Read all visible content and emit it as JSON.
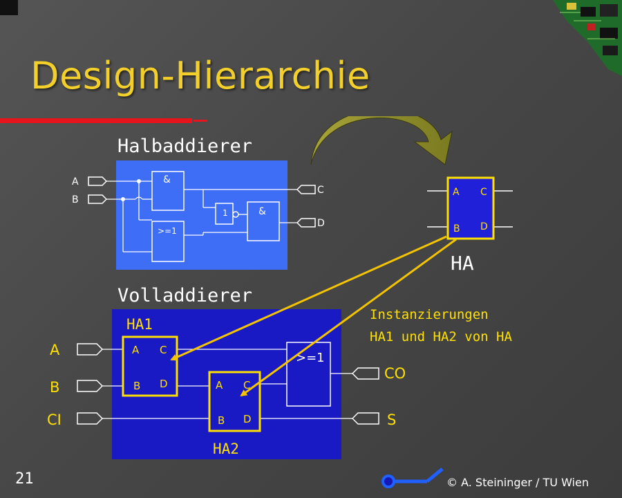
{
  "slide": {
    "title": "Design-Hierarchie",
    "page_number": "21",
    "copyright": "© A. Steininger / TU Wien"
  },
  "halbaddierer": {
    "heading": "Halbaddierer",
    "in_a": "A",
    "in_b": "B",
    "out_c": "C",
    "out_d": "D",
    "gate_and1": "&",
    "gate_or": ">=1",
    "gate_not": "1",
    "gate_and2": "&"
  },
  "ha_block": {
    "label": "HA",
    "pin_a": "A",
    "pin_b": "B",
    "pin_c": "C",
    "pin_d": "D"
  },
  "volladdierer": {
    "heading": "Volladdierer",
    "in_a": "A",
    "in_b": "B",
    "in_ci": "CI",
    "out_co": "CO",
    "out_s": "S",
    "ha1_label": "HA1",
    "ha2_label": "HA2",
    "ha1_pin_a": "A",
    "ha1_pin_b": "B",
    "ha1_pin_c": "C",
    "ha1_pin_d": "D",
    "ha2_pin_a": "A",
    "ha2_pin_b": "B",
    "ha2_pin_c": "C",
    "ha2_pin_d": "D",
    "or_gate": ">=1"
  },
  "annotation": {
    "line1": "Instanzierungen",
    "line2": "HA1 und HA2 von HA"
  },
  "colors": {
    "title": "#f3cf2b",
    "accent_red": "#e8141c",
    "panel_blue_light": "#3d6ef5",
    "panel_blue_dark": "#1a1ac4",
    "arrow_yellow": "#f5c400",
    "footer_blue": "#2060ff"
  }
}
